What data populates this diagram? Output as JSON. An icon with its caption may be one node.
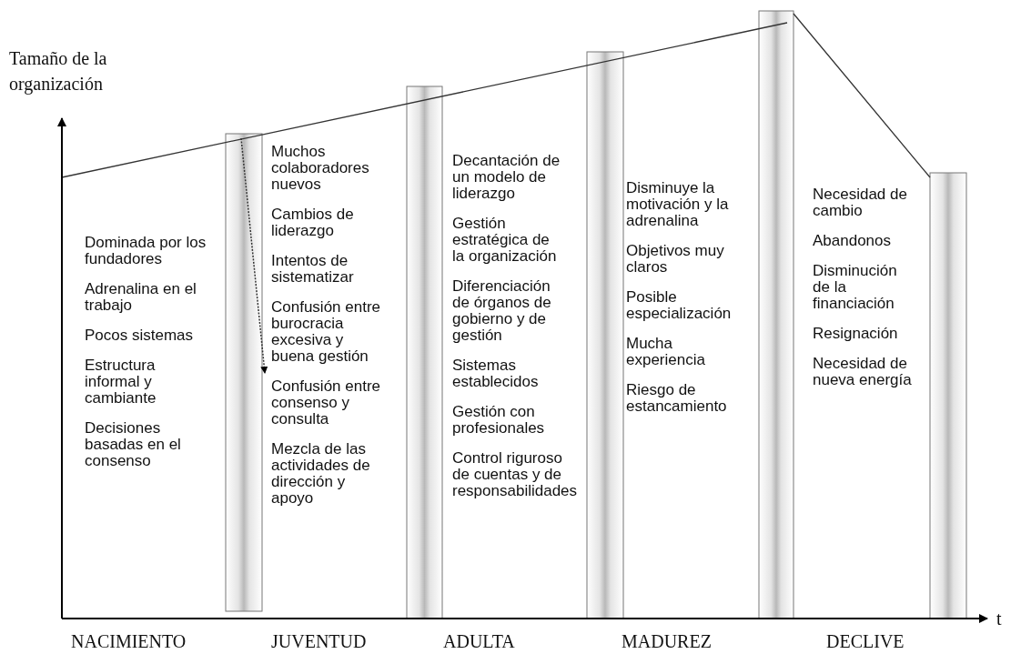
{
  "diagram": {
    "labels": [
      "Tamaño de la organización",
      "Dominada por los fundadores",
      "Adrenalina en el trabajo",
      "Pocos sistemas",
      "Estructura informal y cambiante",
      "Decisiones basadas en el consenso",
      "Muchos colaboradores nuevos",
      "Cambios de liderazgo",
      "Intentos de sistematizar",
      "Confusión entre burocracia excesiva y buena gestión",
      "Confusión entre consenso y consulta",
      "Mezcla de las actividades de dirección y apoyo",
      "Decantación de un modelo de liderazgo",
      "Gestión estratégica de la organización",
      "Diferenciación de órganos de gobierno y de gestión",
      "Sistemas establecidos",
      "Gestión con profesionales",
      "Control riguroso de cuentas y de responsabilidades",
      "Disminuye la motivación y la adrenalina",
      "Objetivos muy claros",
      "Posible especialización",
      "Mucha experiencia",
      "Riesgo de estancamiento",
      "Necesidad de cambio",
      "Abandonos",
      "Disminución de la financiación",
      "Resignación",
      "Necesidad de nueva energía",
      "t",
      "NACIMIENTO",
      "JUVENTUD",
      "ADULTA",
      "MADUREZ",
      "DECLIVE"
    ]
  }
}
